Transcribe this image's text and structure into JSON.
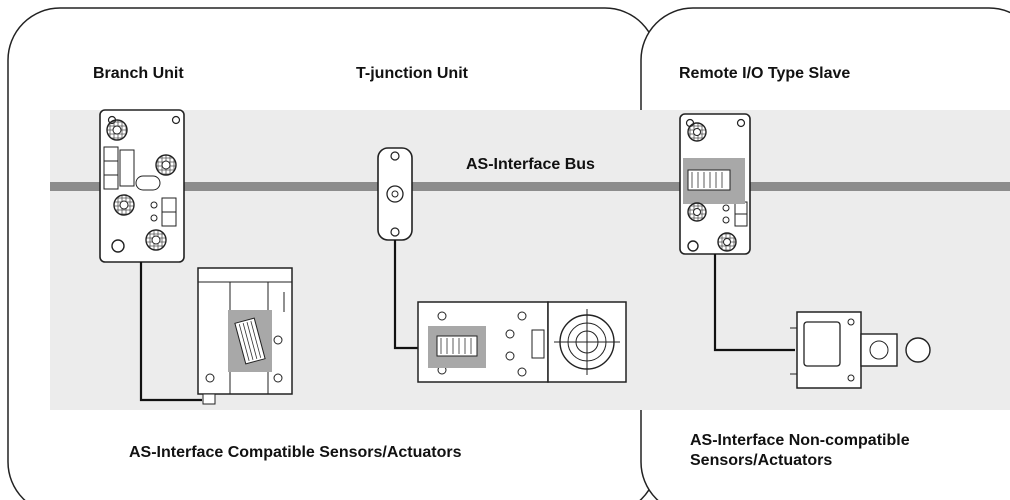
{
  "labels": {
    "branch_unit": "Branch Unit",
    "t_junction_unit": "T-junction Unit",
    "remote_io_slave": "Remote I/O Type Slave",
    "bus": "AS-Interface Bus",
    "compatible_line1": "AS-Interface Compatible Sensors/Actuators",
    "noncompatible_line1": "AS-Interface Non-compatible",
    "noncompatible_line2": "Sensors/Actuators"
  },
  "colors": {
    "band": "#ececec",
    "bus": "#8c8c8c",
    "chip_highlight": "#a8a8a8",
    "panel_border": "#222222"
  }
}
